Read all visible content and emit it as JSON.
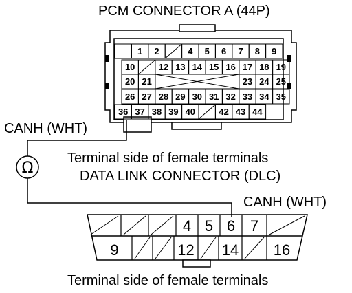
{
  "pcm": {
    "title": "PCM CONNECTOR A (44P)",
    "rows": [
      [
        "",
        "1",
        "2",
        "",
        "4",
        "5",
        "6",
        "7",
        "8",
        "9"
      ],
      [
        "10",
        "",
        "12",
        "13",
        "14",
        "15",
        "16",
        "17",
        "18",
        "19"
      ],
      [
        "20",
        "21",
        "",
        "",
        "",
        "",
        "",
        "23",
        "24",
        "25"
      ],
      [
        "26",
        "27",
        "28",
        "29",
        "30",
        "31",
        "32",
        "33",
        "34",
        "35"
      ],
      [
        "36",
        "37",
        "38",
        "39",
        "40",
        "",
        "42",
        "43",
        "44"
      ]
    ],
    "caption": "Terminal side of female terminals"
  },
  "probe": {
    "left_label": "CANH (WHT)",
    "right_label": "CANH (WHT)",
    "meter_symbol": "Ω"
  },
  "dlc": {
    "title": "DATA LINK CONNECTOR (DLC)",
    "top_row": [
      "",
      "",
      "",
      "4",
      "5",
      "6",
      "7",
      ""
    ],
    "bottom_row": [
      "9",
      "",
      "",
      "12",
      "",
      "14",
      "",
      "16"
    ],
    "caption": "Terminal side of female terminals"
  }
}
